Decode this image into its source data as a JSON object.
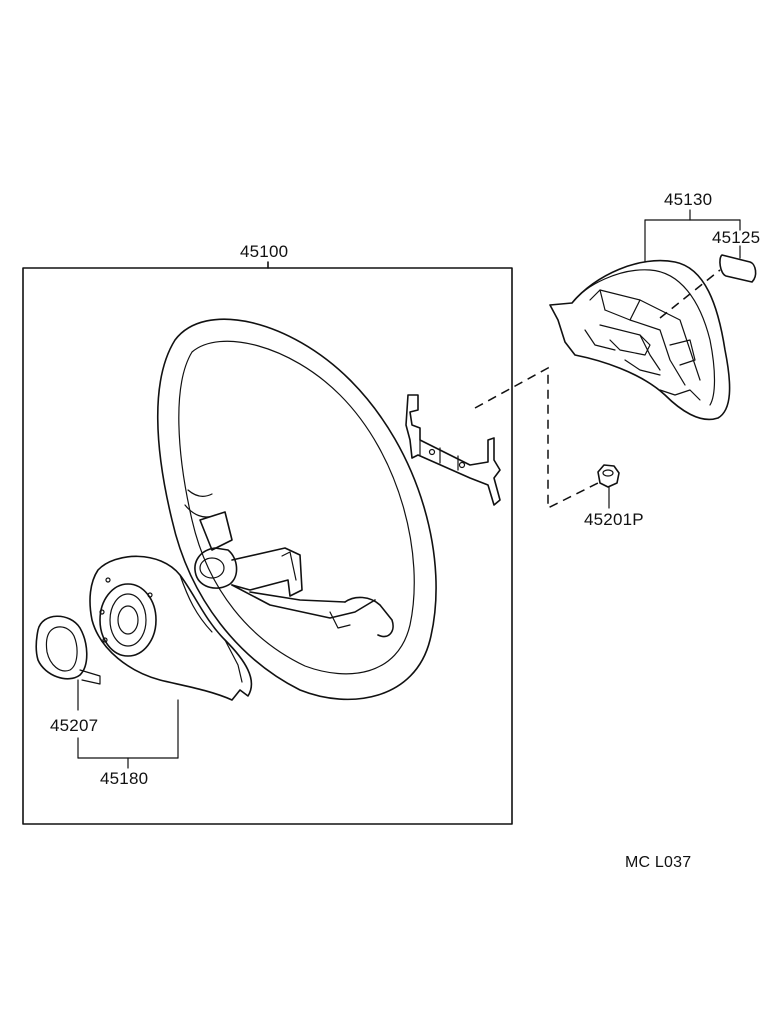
{
  "parts": {
    "steering_wheel_assy": "45100",
    "horn_pad": "45130",
    "emblem": "45125",
    "nut": "45201P",
    "spring_plate": "45207",
    "cover": "45180"
  },
  "diagram_code": "MC  L037"
}
